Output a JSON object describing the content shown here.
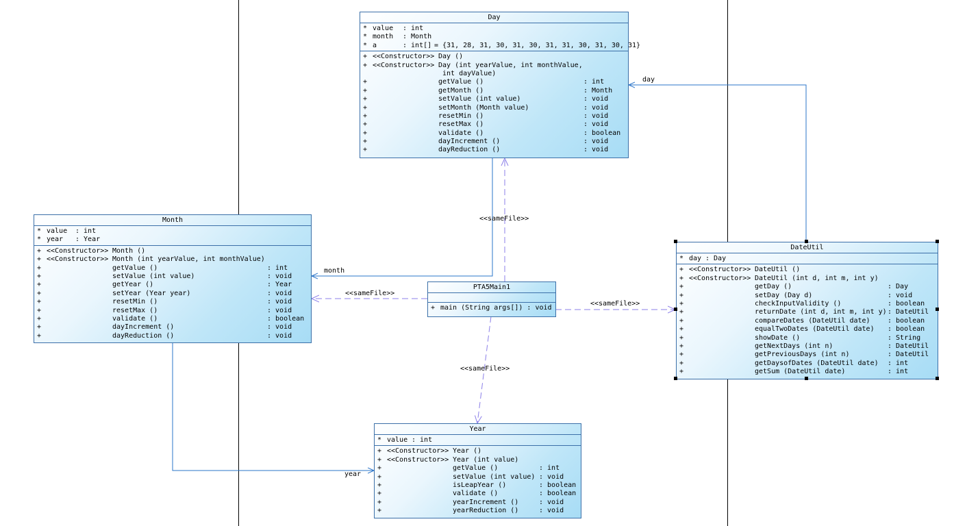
{
  "classes": {
    "day": {
      "name": "Day",
      "attributes": [
        {
          "vis": "*",
          "name": "value",
          "type": ": int",
          "extra": ""
        },
        {
          "vis": "*",
          "name": "month",
          "type": ": Month",
          "extra": ""
        },
        {
          "vis": "*",
          "name": "a",
          "type": ": int[]",
          "extra": "= {31, 28, 31, 30, 31, 30, 31, 31, 30, 31, 30, 31}"
        }
      ],
      "operations": [
        {
          "vis": "+",
          "stereo": "<<Constructor>>",
          "name": "Day ()",
          "type": ""
        },
        {
          "vis": "+",
          "stereo": "<<Constructor>>",
          "name": "Day (int yearValue, int monthValue,",
          "type": ""
        },
        {
          "vis": "",
          "stereo": "",
          "name": " int dayValue)",
          "type": ""
        },
        {
          "vis": "+",
          "stereo": "",
          "name": "getValue ()",
          "type": ": int"
        },
        {
          "vis": "+",
          "stereo": "",
          "name": "getMonth ()",
          "type": ": Month"
        },
        {
          "vis": "+",
          "stereo": "",
          "name": "setValue (int value)",
          "type": ": void"
        },
        {
          "vis": "+",
          "stereo": "",
          "name": "setMonth (Month value)",
          "type": ": void"
        },
        {
          "vis": "+",
          "stereo": "",
          "name": "resetMin ()",
          "type": ": void"
        },
        {
          "vis": "+",
          "stereo": "",
          "name": "resetMax ()",
          "type": ": void"
        },
        {
          "vis": "+",
          "stereo": "",
          "name": "validate ()",
          "type": ": boolean"
        },
        {
          "vis": "+",
          "stereo": "",
          "name": "dayIncrement ()",
          "type": ": void"
        },
        {
          "vis": "+",
          "stereo": "",
          "name": "dayReduction ()",
          "type": ": void"
        }
      ]
    },
    "month": {
      "name": "Month",
      "attributes": [
        {
          "vis": "*",
          "name": "value",
          "type": ": int",
          "extra": ""
        },
        {
          "vis": "*",
          "name": "year",
          "type": ": Year",
          "extra": ""
        }
      ],
      "operations": [
        {
          "vis": "+",
          "stereo": "<<Constructor>>",
          "name": "Month ()",
          "type": ""
        },
        {
          "vis": "+",
          "stereo": "<<Constructor>>",
          "name": "Month (int yearValue, int monthValue)",
          "type": ""
        },
        {
          "vis": "+",
          "stereo": "",
          "name": "getValue ()",
          "type": ": int"
        },
        {
          "vis": "+",
          "stereo": "",
          "name": "setValue (int value)",
          "type": ": void"
        },
        {
          "vis": "+",
          "stereo": "",
          "name": "getYear ()",
          "type": ": Year"
        },
        {
          "vis": "+",
          "stereo": "",
          "name": "setYear (Year year)",
          "type": ": void"
        },
        {
          "vis": "+",
          "stereo": "",
          "name": "resetMin ()",
          "type": ": void"
        },
        {
          "vis": "+",
          "stereo": "",
          "name": "resetMax ()",
          "type": ": void"
        },
        {
          "vis": "+",
          "stereo": "",
          "name": "validate ()",
          "type": ": boolean"
        },
        {
          "vis": "+",
          "stereo": "",
          "name": "dayIncrement ()",
          "type": ": void"
        },
        {
          "vis": "+",
          "stereo": "",
          "name": "dayReduction ()",
          "type": ": void"
        }
      ]
    },
    "main": {
      "name": "PTA5Main1",
      "attributes": [],
      "operations": [
        {
          "vis": "+",
          "stereo": "",
          "name": "main (String args[]) : void",
          "type": ""
        }
      ]
    },
    "dateutil": {
      "name": "DateUtil",
      "attributes": [
        {
          "vis": "*",
          "name": "day",
          "type": ": Day",
          "extra": ""
        }
      ],
      "operations": [
        {
          "vis": "+",
          "stereo": "<<Constructor>>",
          "name": "DateUtil ()",
          "type": ""
        },
        {
          "vis": "+",
          "stereo": "<<Constructor>>",
          "name": "DateUtil (int d, int m, int y)",
          "type": ""
        },
        {
          "vis": "+",
          "stereo": "",
          "name": "getDay ()",
          "type": ": Day"
        },
        {
          "vis": "+",
          "stereo": "",
          "name": "setDay (Day d)",
          "type": ": void"
        },
        {
          "vis": "+",
          "stereo": "",
          "name": "checkInputValidity ()",
          "type": ": boolean"
        },
        {
          "vis": "+",
          "stereo": "",
          "name": "returnDate (int d, int m, int y)",
          "type": ": DateUtil"
        },
        {
          "vis": "+",
          "stereo": "",
          "name": "compareDates (DateUtil date)",
          "type": ": boolean"
        },
        {
          "vis": "+",
          "stereo": "",
          "name": "equalTwoDates (DateUtil date)",
          "type": ": boolean"
        },
        {
          "vis": "+",
          "stereo": "",
          "name": "showDate ()",
          "type": ": String"
        },
        {
          "vis": "+",
          "stereo": "",
          "name": "getNextDays (int n)",
          "type": ": DateUtil"
        },
        {
          "vis": "+",
          "stereo": "",
          "name": "getPreviousDays (int n)",
          "type": ": DateUtil"
        },
        {
          "vis": "+",
          "stereo": "",
          "name": "getDaysofDates (DateUtil date)",
          "type": ": int"
        },
        {
          "vis": "+",
          "stereo": "",
          "name": "getSum (DateUtil date)",
          "type": ": int"
        }
      ]
    },
    "year": {
      "name": "Year",
      "attributes": [
        {
          "vis": "*",
          "name": "value",
          "type": ": int",
          "extra": ""
        }
      ],
      "operations": [
        {
          "vis": "+",
          "stereo": "<<Constructor>>",
          "name": "Year ()",
          "type": ""
        },
        {
          "vis": "+",
          "stereo": "<<Constructor>>",
          "name": "Year (int value)",
          "type": ""
        },
        {
          "vis": "+",
          "stereo": "",
          "name": "getValue ()",
          "type": ": int"
        },
        {
          "vis": "+",
          "stereo": "",
          "name": "setValue (int value)",
          "type": ": void"
        },
        {
          "vis": "+",
          "stereo": "",
          "name": "isLeapYear ()",
          "type": ": boolean"
        },
        {
          "vis": "+",
          "stereo": "",
          "name": "validate ()",
          "type": ": boolean"
        },
        {
          "vis": "+",
          "stereo": "",
          "name": "yearIncrement ()",
          "type": ": void"
        },
        {
          "vis": "+",
          "stereo": "",
          "name": "yearReduction ()",
          "type": ": void"
        }
      ]
    }
  },
  "connectors": {
    "day_label": "day",
    "month_label": "month",
    "year_label": "year",
    "samefile_label": "<<sameFile>>"
  },
  "colors": {
    "class_border": "#3b6fa8",
    "association": "#2a74c9",
    "dependency": "#8b7fe8"
  }
}
